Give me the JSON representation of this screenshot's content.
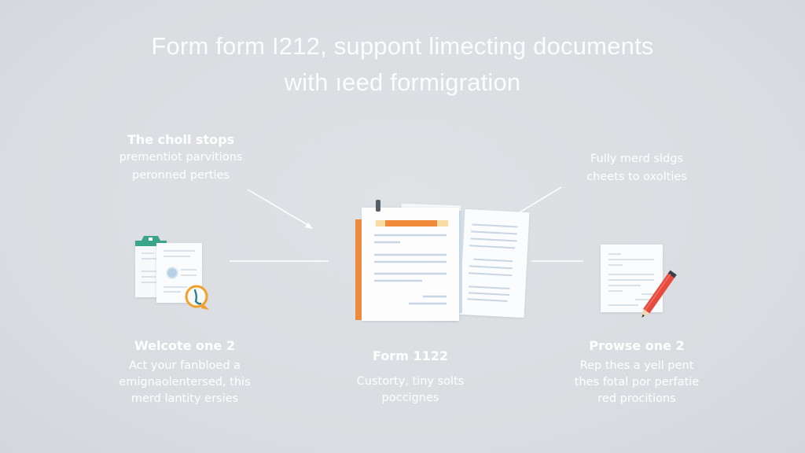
{
  "title": {
    "line1": "Form form I212, suppont limecting documents",
    "line2": "with ıeed formigration"
  },
  "callouts": {
    "top_left": {
      "heading": "The choll stops",
      "line1": "prementiot parvitions",
      "line2": "peronned perties"
    },
    "top_right": {
      "line1": "Fully merd sldgs",
      "line2": "cheets to oxolties"
    }
  },
  "steps": [
    {
      "heading": "Welcote one 2",
      "line1": "Act your fanbloed a",
      "line2": "emignaolentersed, this",
      "line3": "merd lantity ersies",
      "icon": "documents-with-magnifier-icon"
    },
    {
      "heading": "Form 1122",
      "line1": "Custorty, tiny solts",
      "line2": "poccignes",
      "icon": "form-stack-icon"
    },
    {
      "heading": "Prowse one 2",
      "line1": "Rep thes a yell pent",
      "line2": "thes fotal por perfatie",
      "line3": "red procitions",
      "icon": "document-with-pencil-icon"
    }
  ],
  "colors": {
    "background": "#dcdfe3",
    "accent_orange": "#ee8a3a",
    "accent_teal": "#3aa58a",
    "pencil_red": "#e64a3c",
    "line_blue": "#c5d3e3"
  }
}
